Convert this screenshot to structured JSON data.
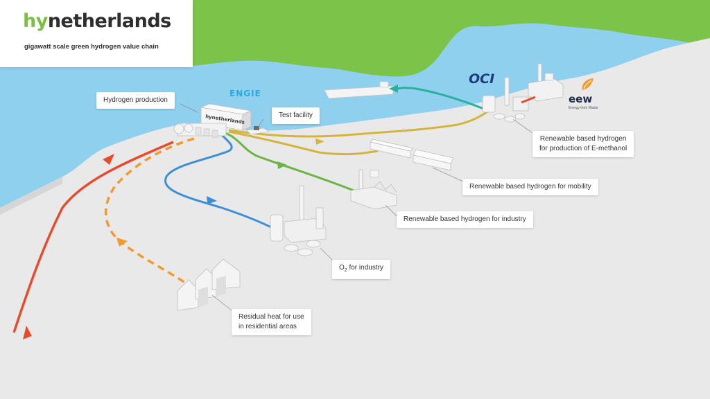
{
  "brand": {
    "prefix": "hy",
    "rest": "netherlands",
    "tagline": "gigawatt scale green hydrogen value chain"
  },
  "partners": {
    "engie": "ENGIE",
    "oci": "OCI",
    "eew": "eew",
    "eew_sub": "Energy from Waste"
  },
  "labels": {
    "hydrogen_production": "Hydrogen production",
    "test_facility": "Test facility",
    "methanol_line1": "Renewable based hydrogen",
    "methanol_line2": "for production of E-methanol",
    "mobility": "Renewable based hydrogen  for mobility",
    "industry": "Renewable based hydrogen for industry",
    "o2_prefix": "O",
    "o2_sub": "2",
    "o2_suffix": " for industry",
    "residual_line1": "Residual heat for use",
    "residual_line2": "in residential areas"
  },
  "colors": {
    "sea": "#8fd0ee",
    "land": "#e8e8e8",
    "shore": "#7cc34a",
    "red_flow": "#e84b2c",
    "orange_flow": "#f39a2e",
    "blue_flow": "#3b8fd6",
    "green_flow": "#6cb544",
    "yellow_flow": "#d4b43a",
    "teal_flow": "#2ab0a0"
  }
}
